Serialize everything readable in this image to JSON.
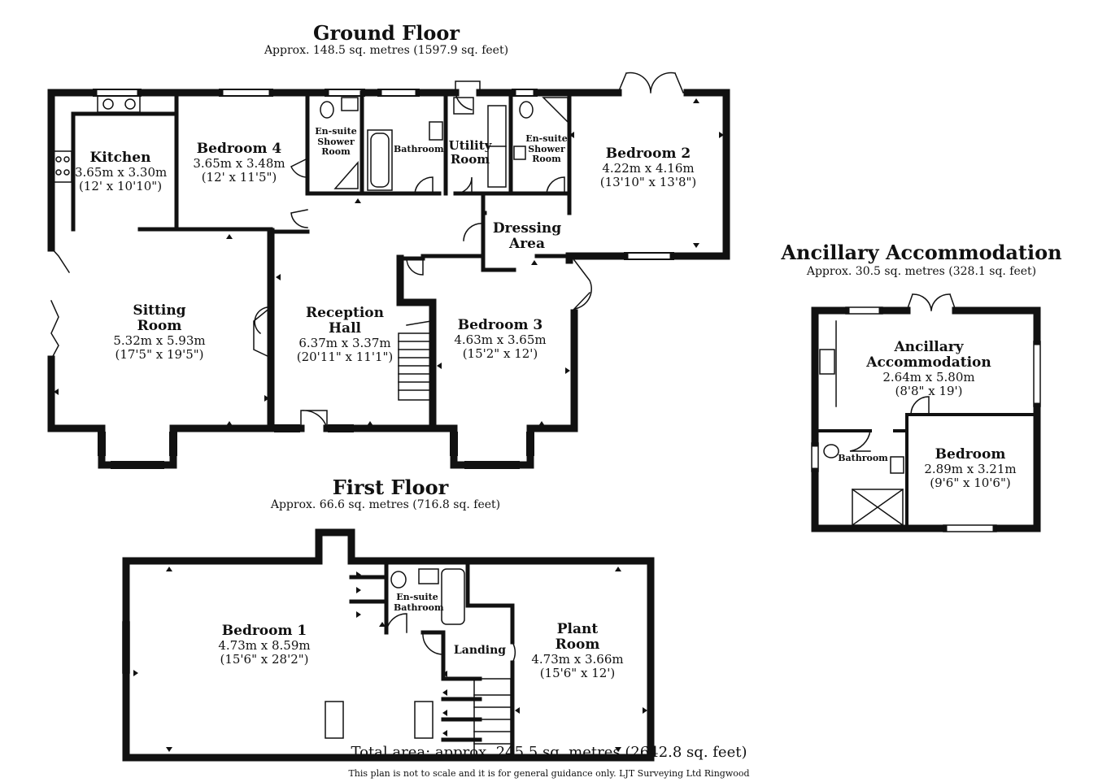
{
  "ground_floor": {
    "title": "Ground Floor",
    "area": "Approx. 148.5 sq. metres (1597.9 sq. feet)",
    "rooms": {
      "kitchen": {
        "name": "Kitchen",
        "metric": "3.65m x 3.30m",
        "imperial": "(12' x 10'10\")"
      },
      "bedroom4": {
        "name": "Bedroom 4",
        "metric": "3.65m x 3.48m",
        "imperial": "(12' x 11'5\")"
      },
      "ensuite1": {
        "name_lines": [
          "En-suite",
          "Shower",
          "Room"
        ]
      },
      "bathroom": {
        "name": "Bathroom"
      },
      "utility": {
        "name_lines": [
          "Utility",
          "Room"
        ]
      },
      "ensuite2": {
        "name_lines": [
          "En-suite",
          "Shower",
          "Room"
        ]
      },
      "bedroom2": {
        "name": "Bedroom 2",
        "metric": "4.22m x 4.16m",
        "imperial": "(13'10\" x 13'8\")"
      },
      "dressing": {
        "name_lines": [
          "Dressing",
          "Area"
        ]
      },
      "sitting": {
        "name_lines": [
          "Sitting",
          "Room"
        ],
        "metric": "5.32m x 5.93m",
        "imperial": "(17'5\" x 19'5\")"
      },
      "reception": {
        "name_lines": [
          "Reception",
          "Hall"
        ],
        "metric": "6.37m x 3.37m",
        "imperial": "(20'11\" x 11'1\")"
      },
      "bedroom3": {
        "name": "Bedroom 3",
        "metric": "4.63m x 3.65m",
        "imperial": "(15'2\" x 12')"
      }
    }
  },
  "first_floor": {
    "title": "First Floor",
    "area": "Approx. 66.6 sq. metres (716.8 sq. feet)",
    "rooms": {
      "bedroom1": {
        "name": "Bedroom 1",
        "metric": "4.73m x 8.59m",
        "imperial": "(15'6\" x 28'2\")"
      },
      "ensuite": {
        "name_lines": [
          "En-suite",
          "Bathroom"
        ]
      },
      "landing": {
        "name": "Landing"
      },
      "plant": {
        "name_lines": [
          "Plant",
          "Room"
        ],
        "metric": "4.73m x 3.66m",
        "imperial": "(15'6\" x 12')"
      }
    }
  },
  "ancillary": {
    "title": "Ancillary Accommodation",
    "area": "Approx. 30.5 sq. metres (328.1 sq. feet)",
    "rooms": {
      "main": {
        "name_lines": [
          "Ancillary",
          "Accommodation"
        ],
        "metric": "2.64m x 5.80m",
        "imperial": "(8'8\" x 19')"
      },
      "bathroom": {
        "name": "Bathroom"
      },
      "bedroom": {
        "name": "Bedroom",
        "metric": "2.89m x 3.21m",
        "imperial": "(9'6\" x 10'6\")"
      }
    }
  },
  "footer": {
    "total": "Total area: approx. 245.5 sq. metres (2642.8 sq. feet)",
    "disclaimer": "This plan is not to scale and it is for general guidance only. LJT Surveying Ltd Ringwood"
  },
  "colors": {
    "wall": "#111111",
    "background": "#ffffff"
  }
}
